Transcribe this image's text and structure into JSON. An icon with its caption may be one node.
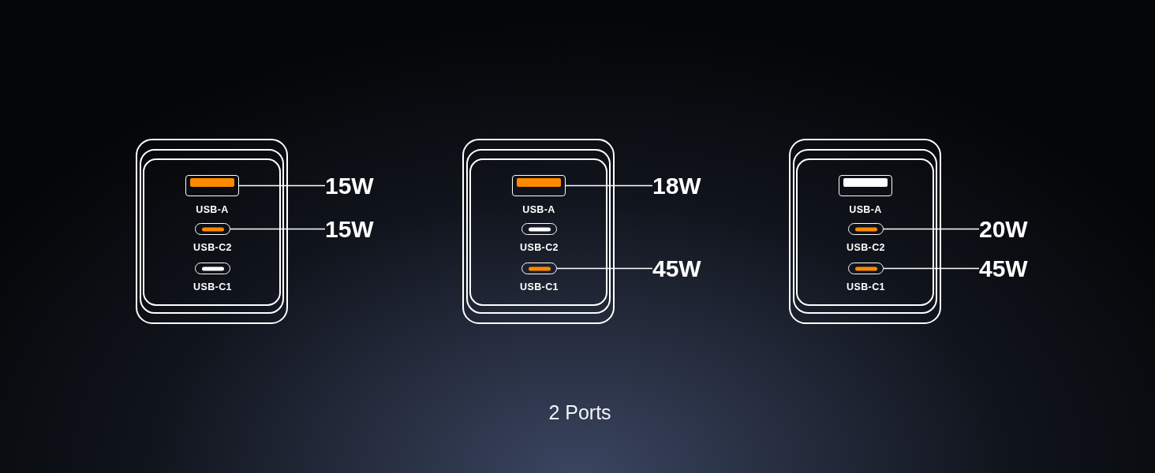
{
  "diagram": {
    "caption": "2 Ports",
    "nodes": [
      {
        "text": [],
        "shape": "box"
      },
      {
        "text": [],
        "shape": "slot",
        "in": 0,
        "beside": [
          "USB-A"
        ]
      },
      {
        "text": [],
        "shape": "pill",
        "in": 0,
        "beside": [
          "USB-C2"
        ]
      },
      {
        "text": [],
        "shape": "pill",
        "in": 0,
        "beside": [
          "USB-C1"
        ]
      },
      {
        "text": [
          "15W"
        ]
      },
      {
        "text": [
          "15W"
        ]
      },
      {
        "text": [],
        "shape": "box"
      },
      {
        "text": [],
        "shape": "slot",
        "in": 6,
        "beside": [
          "USB-A"
        ]
      },
      {
        "text": [],
        "shape": "pill",
        "in": 6,
        "beside": [
          "USB-C2"
        ]
      },
      {
        "text": [],
        "shape": "pill",
        "in": 6,
        "beside": [
          "USB-C1"
        ]
      },
      {
        "text": [
          "18W"
        ]
      },
      {
        "text": [
          "45W"
        ]
      },
      {
        "text": [],
        "shape": "box"
      },
      {
        "text": [],
        "shape": "slot",
        "in": 12,
        "beside": [
          "USB-A"
        ]
      },
      {
        "text": [],
        "shape": "pill",
        "in": 12,
        "beside": [
          "USB-C2"
        ]
      },
      {
        "text": [],
        "shape": "pill",
        "in": 12,
        "beside": [
          "USB-C1"
        ]
      },
      {
        "text": [
          "20W"
        ]
      },
      {
        "text": [
          "45W"
        ]
      }
    ],
    "edges": [
      {
        "from": 4,
        "to": 1,
        "arrow": "none"
      },
      {
        "from": 5,
        "to": 2,
        "arrow": "none"
      },
      {
        "from": 10,
        "to": 7,
        "arrow": "none"
      },
      {
        "from": 11,
        "to": 9,
        "arrow": "none"
      },
      {
        "from": 16,
        "to": 14,
        "arrow": "none"
      },
      {
        "from": 17,
        "to": 15,
        "arrow": "none"
      }
    ]
  }
}
